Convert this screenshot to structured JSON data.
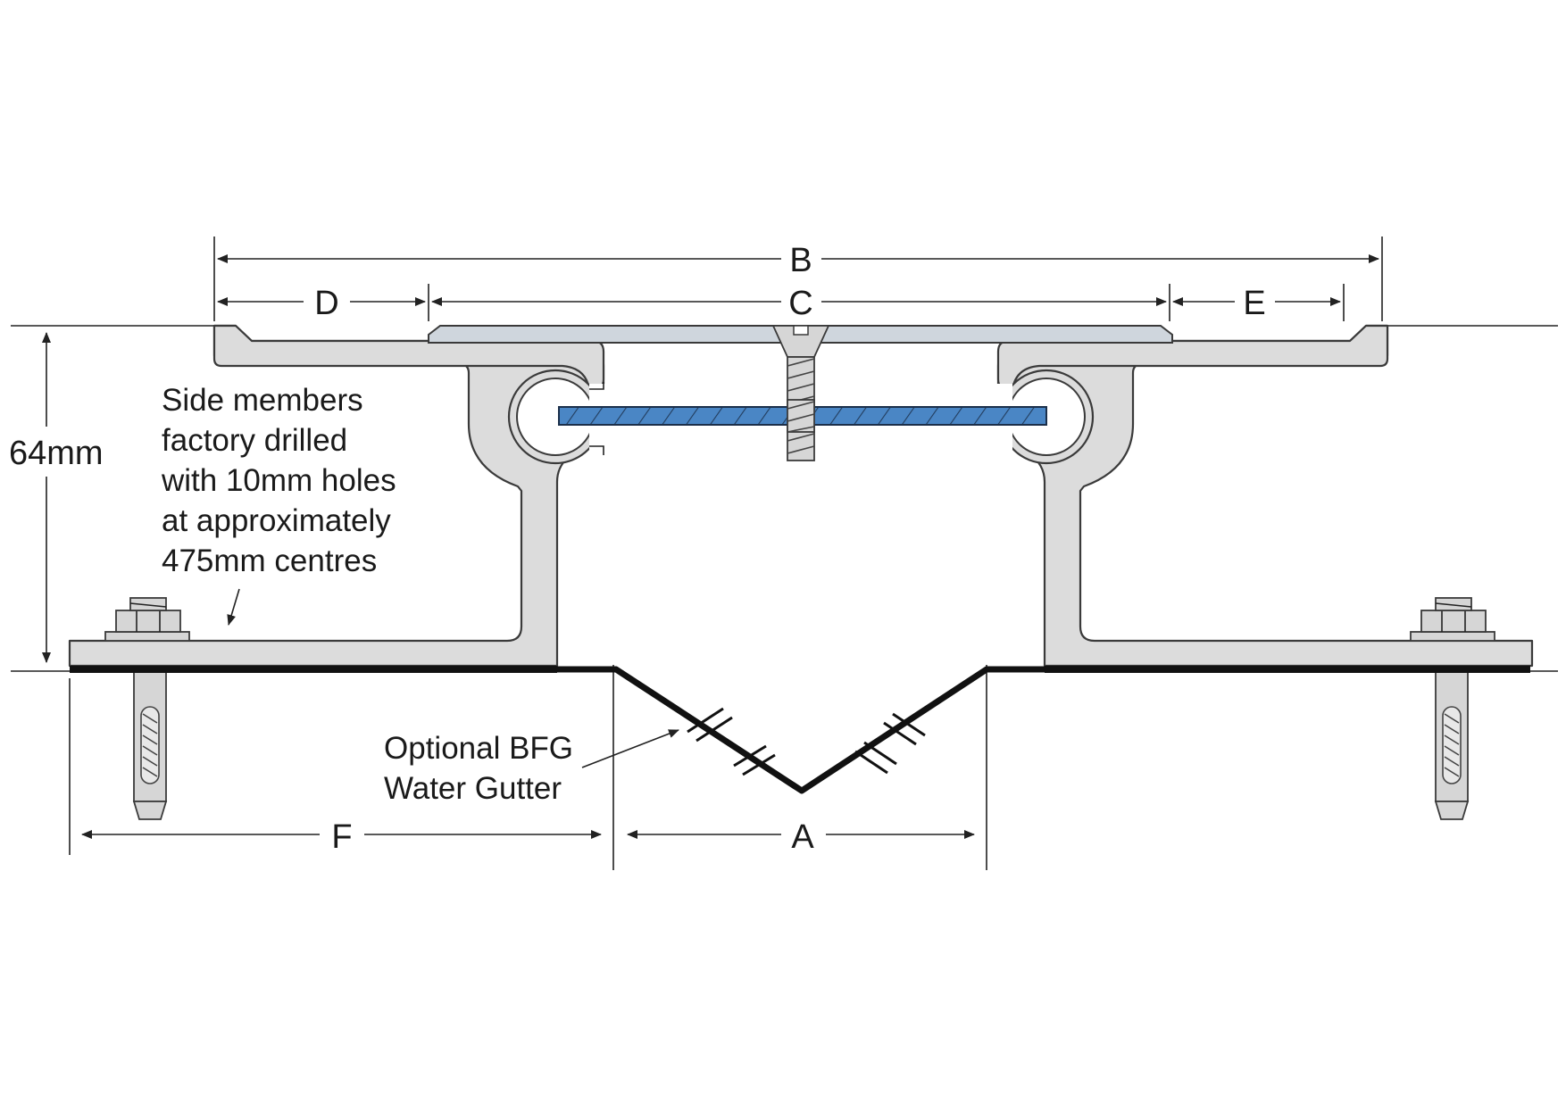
{
  "diagram": {
    "dimensions": {
      "a": "A",
      "b": "B",
      "c": "C",
      "d": "D",
      "e": "E",
      "f": "F",
      "height": "64mm"
    },
    "note_side_members": [
      "Side members",
      "factory drilled",
      "with 10mm holes",
      "at approximately",
      "475mm centres"
    ],
    "note_gutter": [
      "Optional BFG",
      "Water Gutter"
    ],
    "colors": {
      "rod": "#4a86c5",
      "metal": "#dcdcdc",
      "cover_plate": "#cfd6dd",
      "membrane": "#111111"
    }
  }
}
